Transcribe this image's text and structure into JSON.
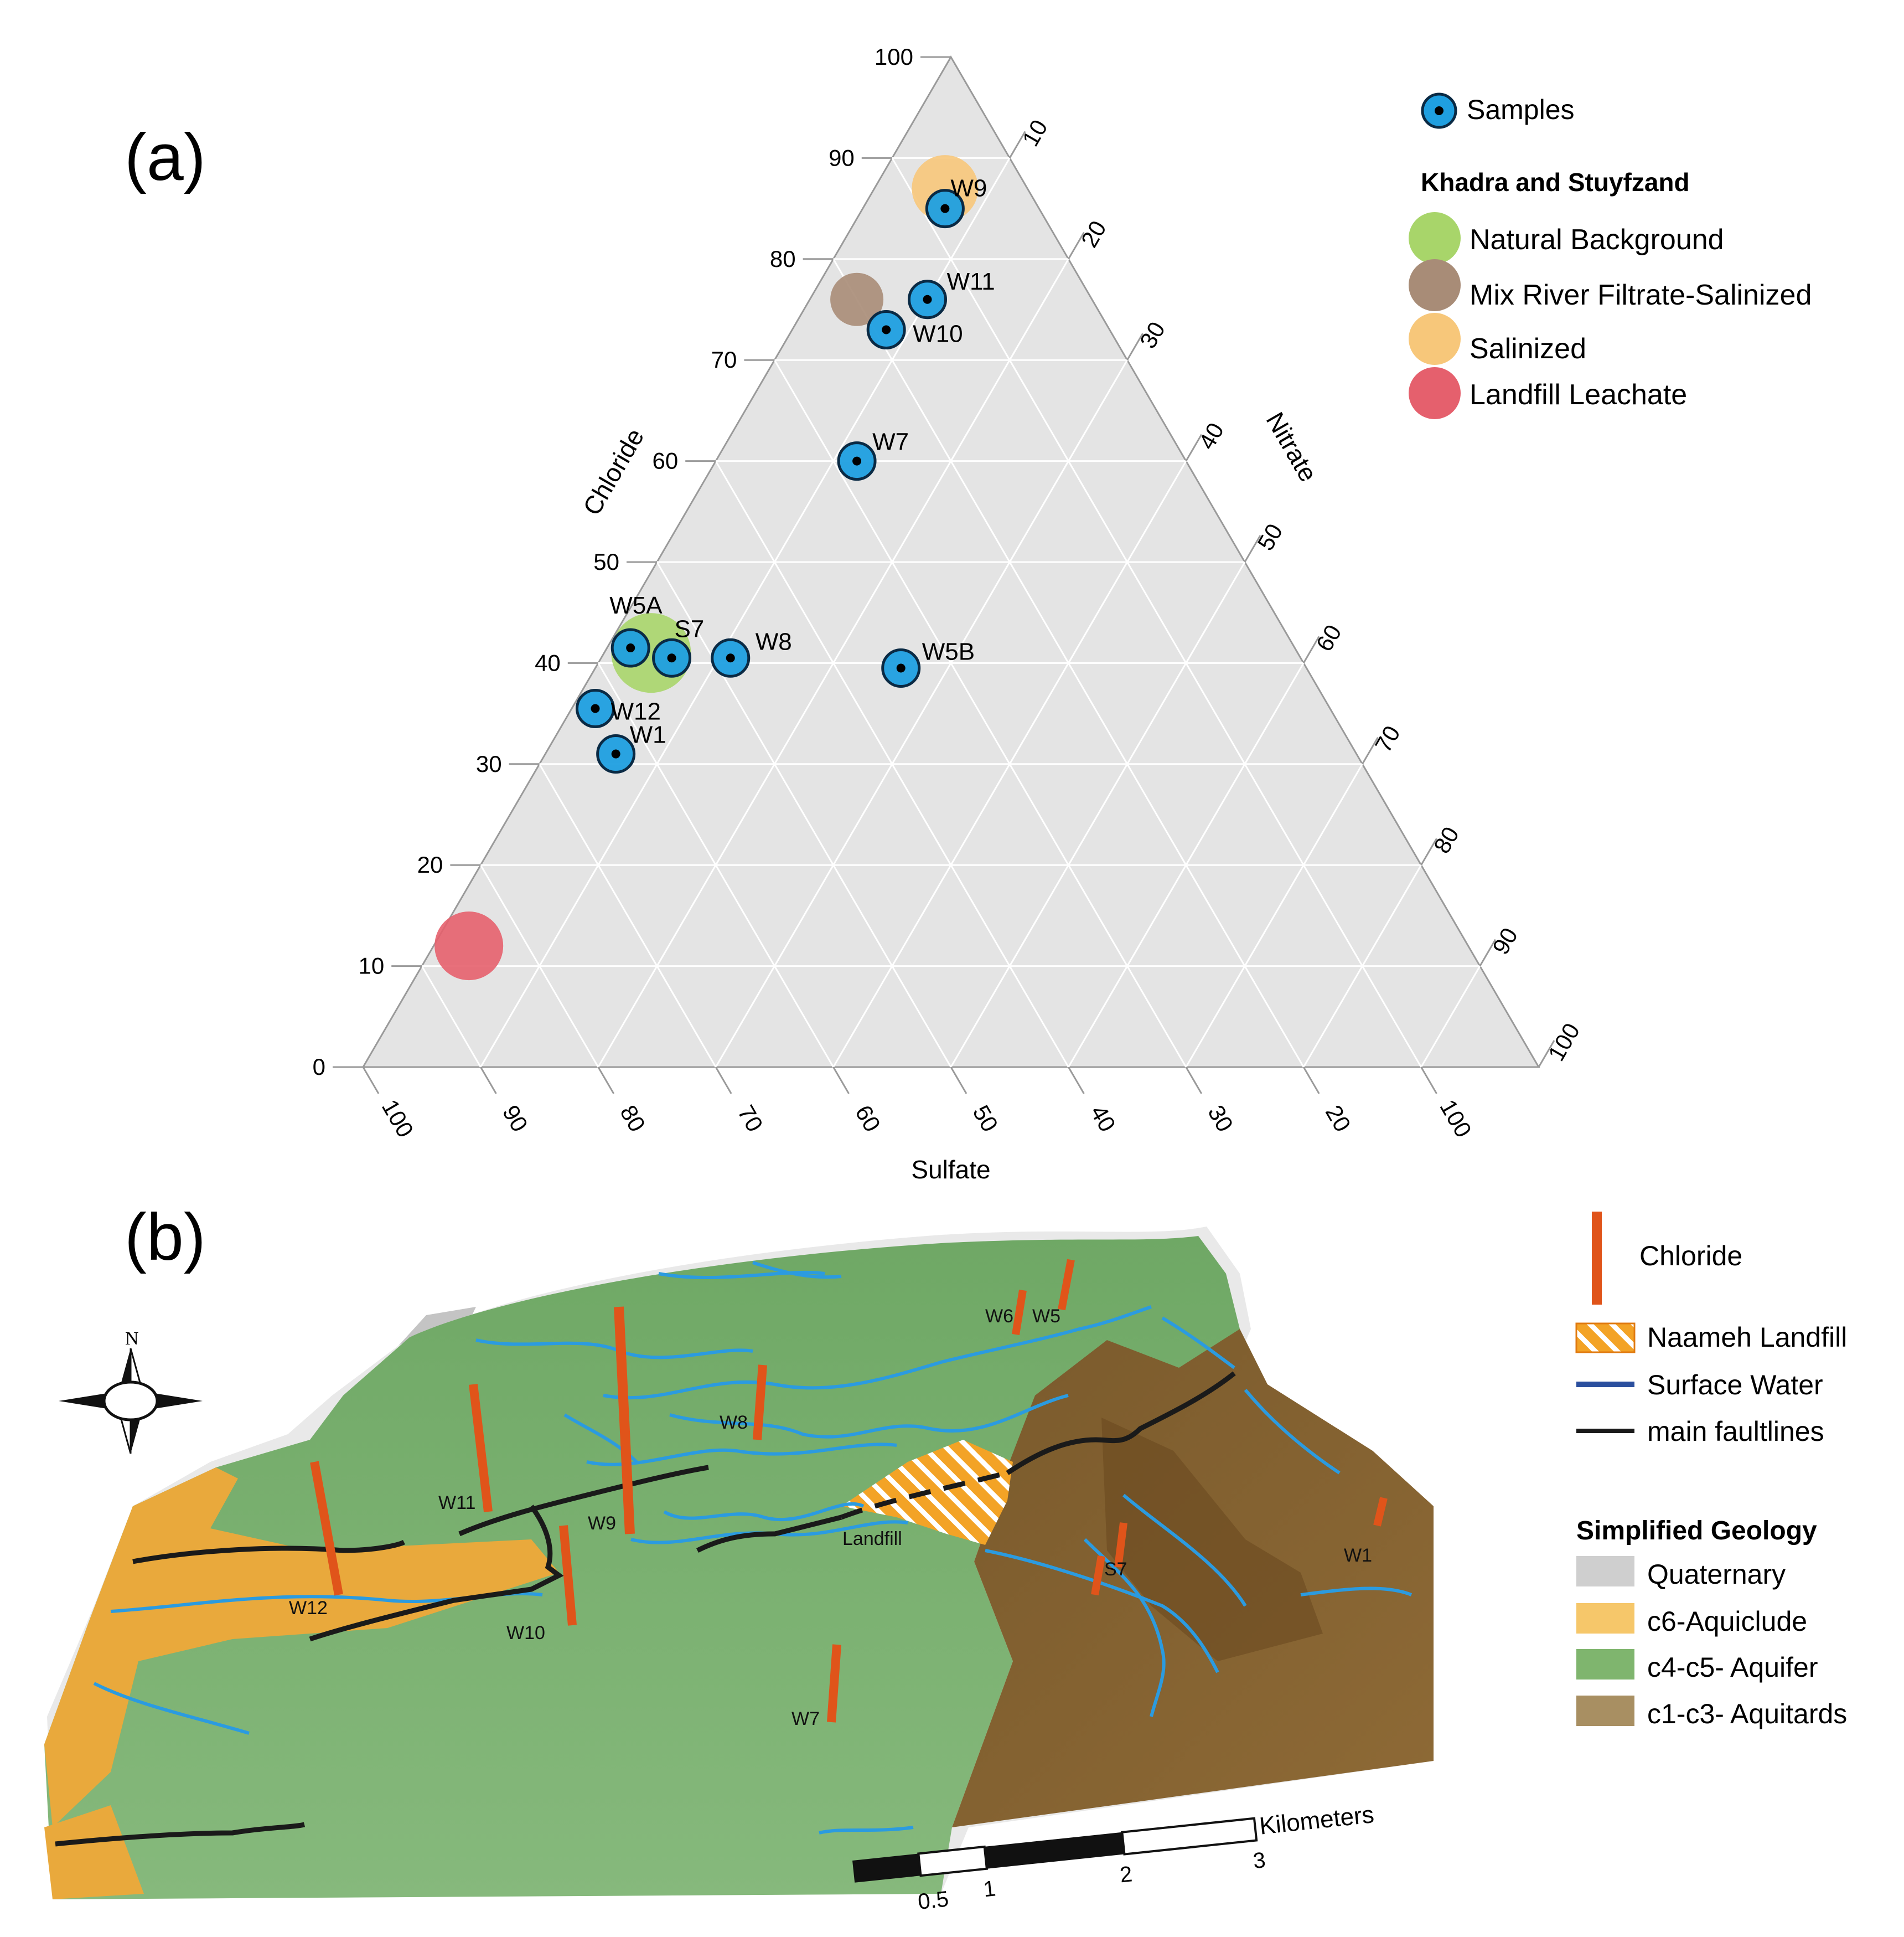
{
  "panel_a": {
    "label": "(a)",
    "axes": {
      "left_title": "Chloride",
      "right_title": "Nitrate",
      "bottom_title": "Sulfate",
      "left_ticks": [
        "0",
        "10",
        "20",
        "30",
        "40",
        "50",
        "60",
        "70",
        "80",
        "90",
        "100"
      ],
      "right_ticks": [
        "10",
        "20",
        "30",
        "40",
        "50",
        "60",
        "70",
        "80",
        "90",
        "100"
      ],
      "bottom_ticks": [
        "100",
        "90",
        "80",
        "70",
        "60",
        "50",
        "40",
        "30",
        "20",
        "100"
      ]
    },
    "legend": {
      "samples_label": "Samples",
      "group_title": "Khadra and Stuyfzand",
      "items": [
        {
          "label": "Natural Background",
          "color": "#a8d56a"
        },
        {
          "label": "Mix River Filtrate-Salinized",
          "color": "#a88c77"
        },
        {
          "label": "Salinized",
          "color": "#f7c77a"
        },
        {
          "label": "Landfill Leachate",
          "color": "#e5606d"
        }
      ]
    },
    "sample_color": "#1f9fe0",
    "grid_color": "#ffffff",
    "triangle_fill": "#e4e4e4"
  },
  "chart_data": {
    "type": "scatter",
    "subtype": "ternary",
    "axes": [
      "Chloride",
      "Nitrate",
      "Sulfate"
    ],
    "range": [
      0,
      100
    ],
    "grid": true,
    "legend_position": "top-right",
    "samples": [
      {
        "name": "W9",
        "chloride": 85,
        "nitrate": 7,
        "sulfate": 8
      },
      {
        "name": "W11",
        "chloride": 76,
        "nitrate": 10,
        "sulfate": 14
      },
      {
        "name": "W10",
        "chloride": 73,
        "nitrate": 8,
        "sulfate": 19
      },
      {
        "name": "W7",
        "chloride": 60,
        "nitrate": 12,
        "sulfate": 28
      },
      {
        "name": "W5A",
        "chloride": 41.5,
        "nitrate": 2,
        "sulfate": 56.5
      },
      {
        "name": "S7",
        "chloride": 40.5,
        "nitrate": 6,
        "sulfate": 53.5
      },
      {
        "name": "W8",
        "chloride": 40.5,
        "nitrate": 11,
        "sulfate": 48.5
      },
      {
        "name": "W5B",
        "chloride": 39.5,
        "nitrate": 26,
        "sulfate": 34.5
      },
      {
        "name": "W12",
        "chloride": 35.5,
        "nitrate": 2,
        "sulfate": 62.5
      },
      {
        "name": "W1",
        "chloride": 31,
        "nitrate": 6,
        "sulfate": 63
      }
    ],
    "reference_groups": [
      {
        "name": "Salinized",
        "chloride": 87,
        "nitrate": 6,
        "sulfate": 7
      },
      {
        "name": "Mix River Filtrate-Salinized",
        "chloride": 76,
        "nitrate": 4,
        "sulfate": 20
      },
      {
        "name": "Natural Background",
        "chloride": 41,
        "nitrate": 4,
        "sulfate": 55
      },
      {
        "name": "Landfill Leachate",
        "chloride": 12,
        "nitrate": 3,
        "sulfate": 85
      }
    ]
  },
  "panel_b": {
    "label": "(b)",
    "north": "N",
    "well_labels": [
      "W6",
      "W5",
      "W8",
      "W11",
      "W9",
      "W12",
      "W10",
      "W7",
      "S7",
      "W1"
    ],
    "landfill_label": "Landfill",
    "legend": {
      "chloride": "Chloride",
      "landfill": "Naameh Landfill",
      "surface_water": "Surface Water",
      "faults": "main faultlines",
      "geology_title": "Simplified Geology",
      "geology": [
        {
          "label": "Quaternary",
          "color": "#cfcfcf"
        },
        {
          "label": "c6-Aquiclude",
          "color": "#f6c76a"
        },
        {
          "label": "c4-c5- Aquifer",
          "color": "#7fb56e"
        },
        {
          "label": "c1-c3- Aquitards",
          "color": "#a88f62"
        }
      ]
    },
    "scale": {
      "unit": "Kilometers",
      "labels": [
        "0.5",
        "1",
        "2",
        "3"
      ]
    },
    "colors": {
      "chloride_bar": "#e0541a",
      "water": "#2b9be0",
      "fault": "#1a1a1a",
      "landfill": "#f0a025"
    }
  }
}
